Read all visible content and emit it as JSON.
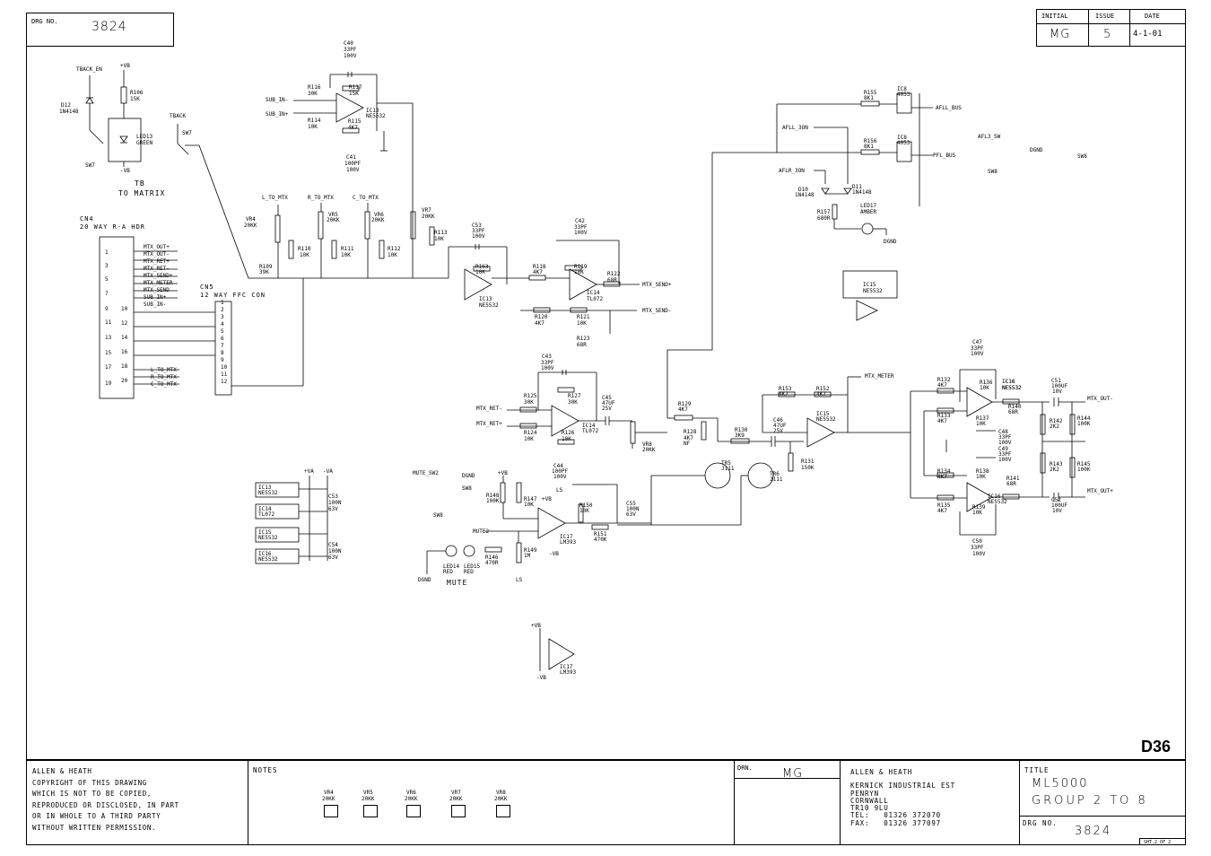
{
  "drawing_number_box": {
    "label": "DRG NO.",
    "value": "3824"
  },
  "revision_table": {
    "headers": [
      "INITIAL",
      "ISSUE",
      "DATE"
    ],
    "values": [
      "MG",
      "5",
      "4-1-01"
    ]
  },
  "sheet_code": "D36",
  "schematic": {
    "tb_to_matrix": [
      "TB",
      "TO MATRIX"
    ],
    "cn4": [
      "CN4",
      "20 WAY R-A HDR"
    ],
    "cn5": [
      "CN5",
      "12 WAY FFC CON"
    ],
    "cn4_signals": [
      "MTX_OUT+",
      "MTX_OUT-",
      "MTX_RET+",
      "MTX_RET-",
      "MTX_SEND+",
      "MTX_METER",
      "MTX_SEND",
      "SUB_IN+",
      "SUB_IN-"
    ],
    "cn4_pins": [
      "1",
      "3",
      "5",
      "7",
      "9",
      "11",
      "13",
      "15",
      "17",
      "19"
    ],
    "cn5_rows": [
      "10",
      "12",
      "14",
      "16",
      "18",
      "20"
    ],
    "cn5_pins": [
      "1",
      "2",
      "3",
      "4",
      "5",
      "6",
      "7",
      "8",
      "9",
      "10",
      "11",
      "12"
    ],
    "mtx_labels": [
      "L_TO_MTX",
      "R_TO_MTX",
      "C_TO_MTX"
    ],
    "top_left": [
      "TBACK_EN",
      "+VB",
      "R106",
      "15K",
      "D12",
      "1N4148",
      "LED13",
      "GREEN",
      "SW7",
      "-VB",
      "TBACK",
      "SW7"
    ],
    "ic13_sub": [
      "C40",
      "33PF",
      "100V",
      "SUB_IN-",
      "R116",
      "30K",
      "SUB_IN+",
      "R114",
      "10K",
      "R117",
      "15K",
      "R115",
      "4K7",
      "IC13",
      "NE5532",
      "C41",
      "100PF",
      "100V"
    ],
    "pots": [
      "VR4",
      "20KK",
      "VR5",
      "20KK",
      "VR6",
      "20KK",
      "VR7",
      "20KK",
      "R110",
      "10K",
      "R111",
      "10K",
      "R112",
      "10K",
      "R113",
      "10K",
      "R109",
      "39K"
    ],
    "send_chain": [
      "C53",
      "33PF",
      "100V",
      "R163",
      "10K",
      "IC13",
      "NE5532",
      "R118",
      "4K7",
      "C42",
      "33PF",
      "100V",
      "R119",
      "10K",
      "IC14",
      "TL072",
      "R122",
      "68R",
      "MTX_SEND+",
      "R120",
      "4K7",
      "R121",
      "10K",
      "MTX_SEND-",
      "R123",
      "68R"
    ],
    "afl": [
      "R155",
      "8K1",
      "IC8",
      "4053",
      "AFLL_BUS",
      "AFLL_3ON",
      "R156",
      "8K1",
      "IC8",
      "4053",
      "PFL_BUS",
      "AFLR_3ON",
      "D10",
      "1N4148",
      "D11",
      "1N4148",
      "R157",
      "680R",
      "LED17",
      "AMBER",
      "DGND",
      "AFL3_SW",
      "DGND",
      "SW8",
      "SW8"
    ],
    "ic16": [
      "IC16",
      "NE5532"
    ],
    "return_chain": [
      "C43",
      "33PF",
      "100V",
      "R125",
      "30K",
      "R127",
      "30K",
      "MTX_RET-",
      "MTX_RET+",
      "R124",
      "10K",
      "R126",
      "10K",
      "IC14",
      "TL072",
      "C44",
      "100PF",
      "100V",
      "C45",
      "47UF",
      "25V",
      "VR8",
      "20KK",
      "R129",
      "4K7",
      "R128",
      "4K7",
      "NF",
      "R130",
      "3K9",
      "TR5",
      "J111",
      "TR6",
      "J111",
      "R131",
      "150K"
    ],
    "meter_chain": [
      "R153",
      "4K7",
      "R152",
      "4K7",
      "MTX_METER",
      "C46",
      "47UF",
      "25V",
      "IC15",
      "NE5532"
    ],
    "output_stage": [
      "C47",
      "33PF",
      "100V",
      "R132",
      "4K7",
      "R136",
      "10K",
      "IC16",
      "NE5532",
      "R133",
      "4K7",
      "R137",
      "10K",
      "R140",
      "68R",
      "C51",
      "100UF",
      "10V",
      "MTX_OUT-",
      "R142",
      "2K2",
      "R144",
      "100K",
      "C48",
      "33PF",
      "100V",
      "C49",
      "33PF",
      "100V",
      "R134",
      "4K7",
      "R138",
      "10K",
      "R141",
      "68R",
      "R143",
      "2K2",
      "R145",
      "100K",
      "R135",
      "4K7",
      "R139",
      "10K",
      "IC16",
      "NE5532",
      "C52",
      "100UF",
      "10V",
      "MTX_OUT+",
      "C50",
      "33PF",
      "100V"
    ],
    "power": [
      "+VA",
      "-VA",
      "IC13",
      "NE5532",
      "IC14",
      "TL072",
      "IC15",
      "NE5532",
      "IC16",
      "NE5532",
      "C53",
      "100N",
      "63V",
      "C54",
      "100N",
      "63V"
    ],
    "mute": [
      "MUTE_SW2",
      "DGND",
      "+VB",
      "SW8",
      "SW8",
      "R148",
      "100K",
      "R147",
      "10K",
      "+VB",
      "LS",
      "R150",
      "10K",
      "C55",
      "100N",
      "63V",
      "IC17",
      "LM393",
      "R151",
      "470K",
      "MUTE2",
      "R149",
      "1M",
      "R146",
      "470R",
      "LS",
      "-VB",
      "LED14",
      "RED",
      "LED15",
      "RED",
      "DGND",
      "MUTE"
    ],
    "ic17_spare": [
      "+VB",
      "IC17",
      "LM393",
      "-VB"
    ],
    "ic15_spare": [
      "IC15",
      "NE5532"
    ]
  },
  "title_block": {
    "company_copy": [
      "ALLEN & HEATH",
      "COPYRIGHT OF THIS DRAWING",
      "WHICH IS NOT TO BE COPIED,",
      "REPRODUCED OR DISCLOSED, IN PART",
      "OR IN WHOLE TO A THIRD PARTY",
      "WITHOUT WRITTEN PERMISSION."
    ],
    "notes_label": "NOTES",
    "notes_pots": [
      [
        "VR4",
        "20KK"
      ],
      [
        "VR5",
        "20KK"
      ],
      [
        "VR6",
        "20KK"
      ],
      [
        "VR7",
        "20KK"
      ],
      [
        "VR8",
        "20KK"
      ]
    ],
    "drn_label": "DRN.",
    "drn_value": "MG",
    "address": [
      "ALLEN & HEATH",
      "KERNICK INDUSTRIAL EST",
      "PENRYN",
      "CORNWALL",
      "TR10 9LU",
      "TEL:   01326 372070",
      "FAX:   01326 377097"
    ],
    "title_label": "TITLE",
    "title_lines": [
      "ML5000",
      "GROUP 2 TO 8"
    ],
    "drg_label": "DRG NO.",
    "drg_value": "3824",
    "sheet": "SHT.2 OF 2"
  }
}
